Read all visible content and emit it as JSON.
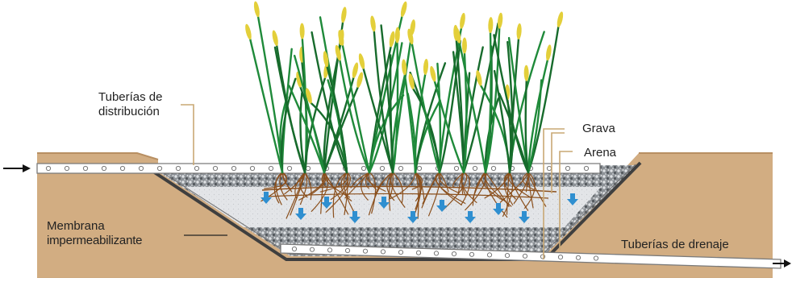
{
  "labels": {
    "distribution_line1": "Tuberías de",
    "distribution_line2": "distribución",
    "gravel": "Grava",
    "sand": "Arena",
    "membrane_line1": "Membrana",
    "membrane_line2": "impermeabilizante",
    "drainage": "Tuberías de drenaje"
  },
  "colors": {
    "soil": "#d2ad82",
    "soil_edge": "#b88f62",
    "membrane": "#4a4a4a",
    "gravel_bg": "#9a9ea3",
    "sand_bg": "#e4e6e9",
    "pipe": "#ffffff",
    "water_arrow": "#2f8fd0",
    "stem": "#1f8a3a",
    "stem_dark": "#176b2c",
    "seed_head": "#e3cf3a",
    "root": "#8a4f1c",
    "leader_line": "#c9a874"
  },
  "icons": [
    "inflow-arrow-icon",
    "outflow-arrow-icon",
    "water-flow-arrow-icon"
  ]
}
